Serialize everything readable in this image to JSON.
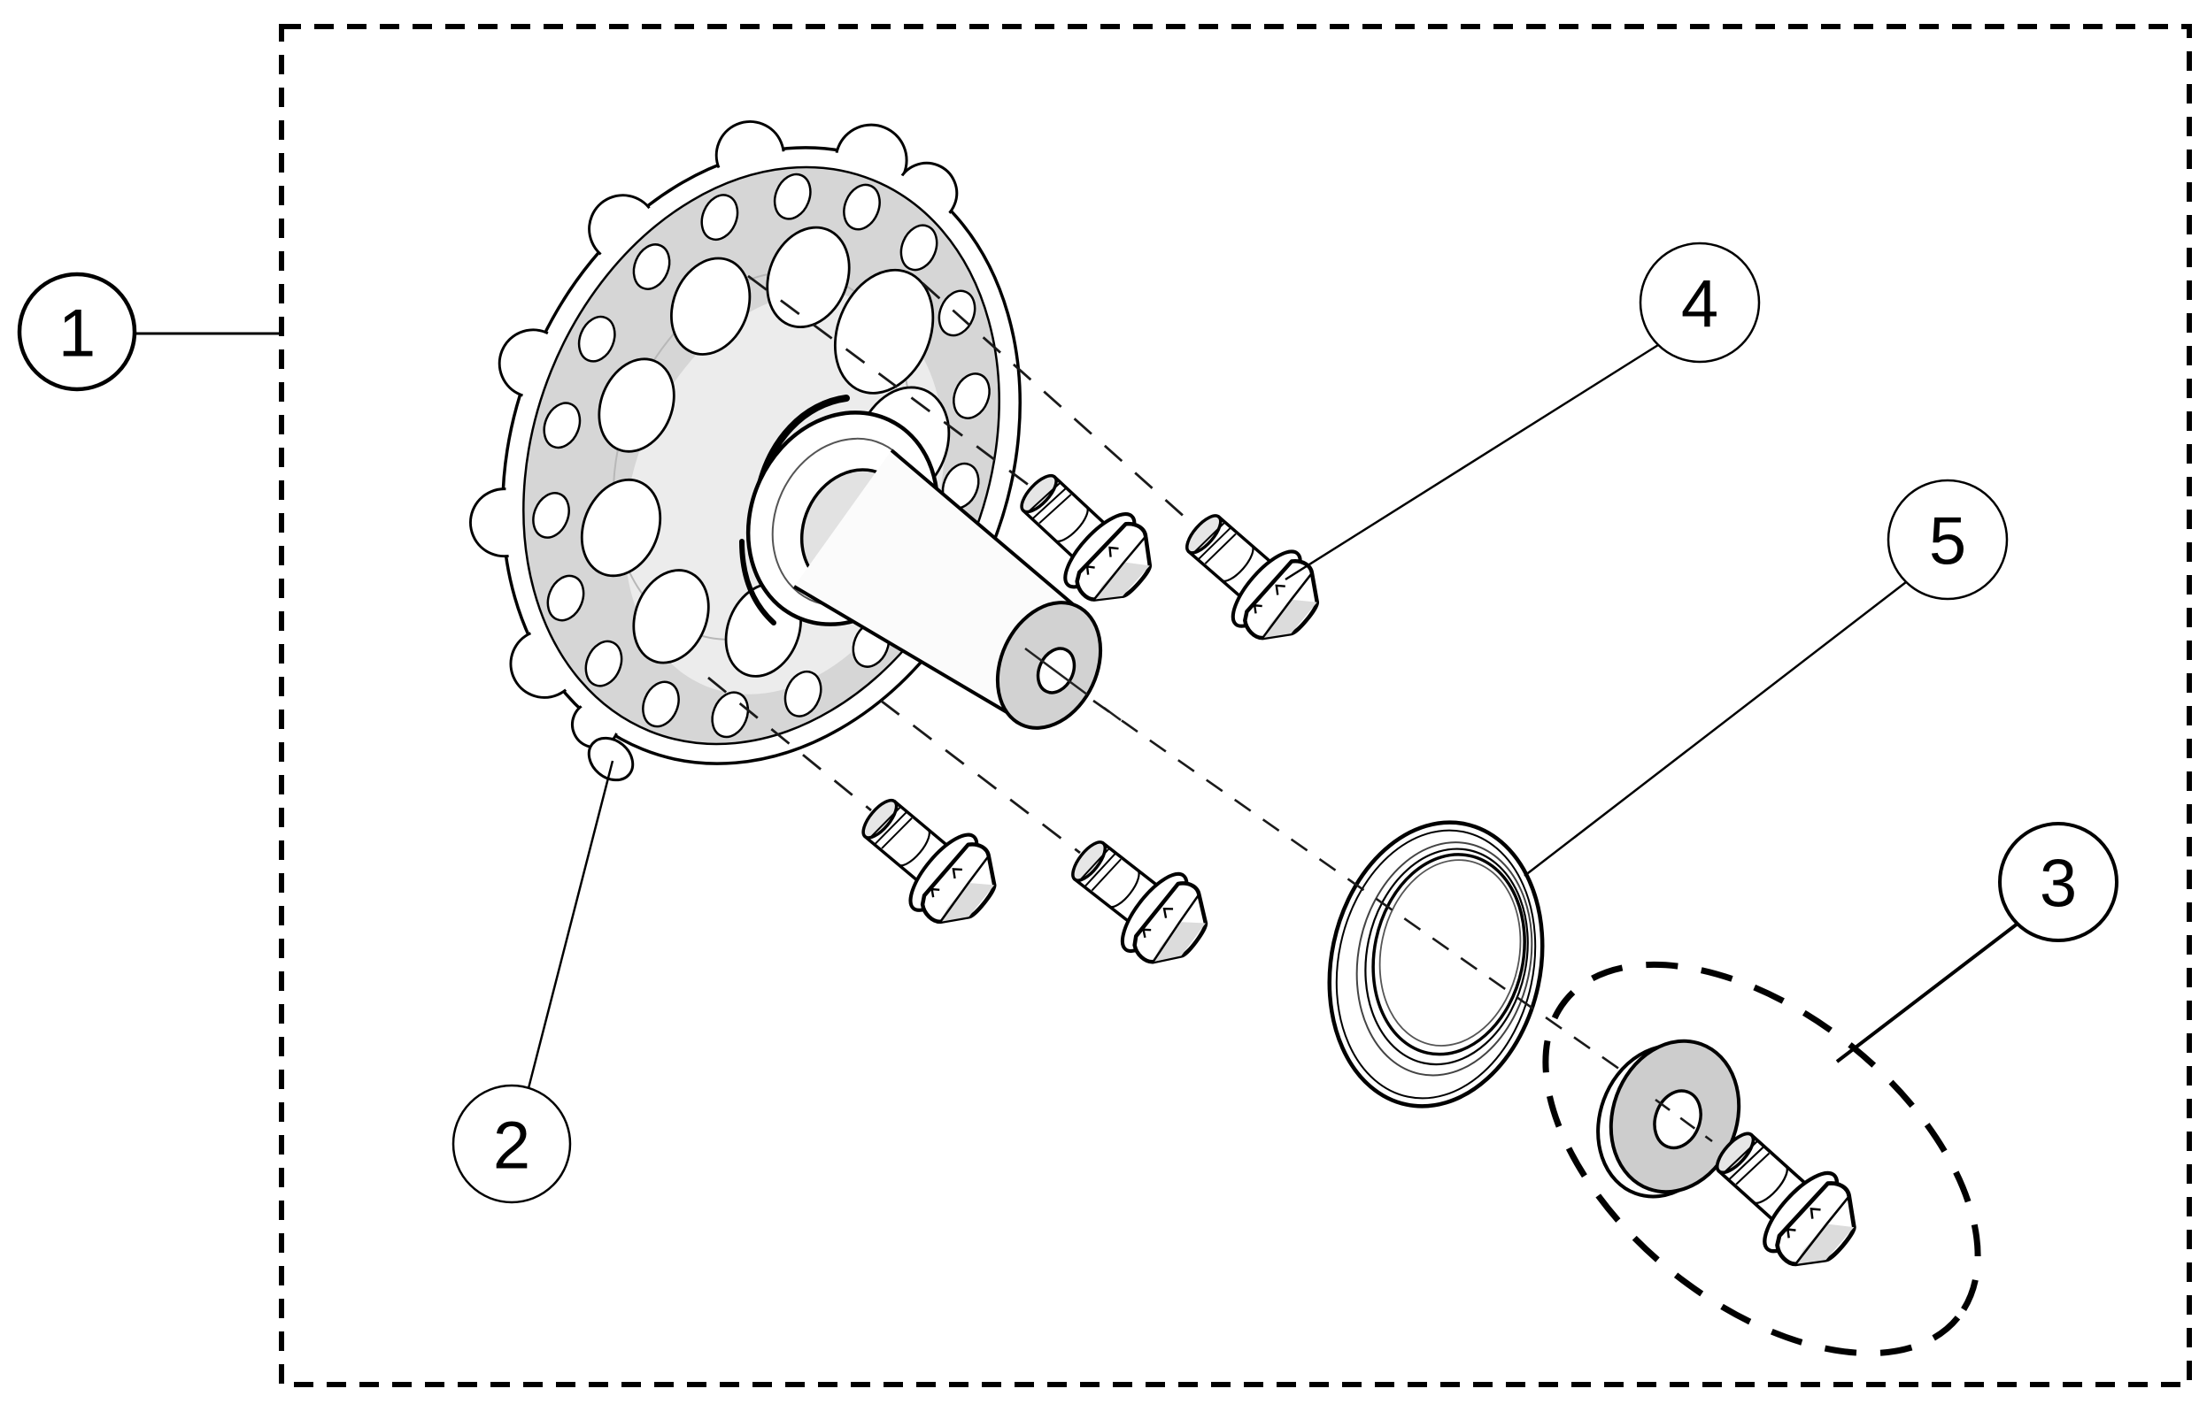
{
  "diagram": {
    "kind": "exploded-parts-diagram",
    "callouts": [
      {
        "label": "1"
      },
      {
        "label": "2"
      },
      {
        "label": "3"
      },
      {
        "label": "4"
      },
      {
        "label": "5"
      }
    ],
    "colors": {
      "line": "#000000",
      "face_gray": "#d6d6d6",
      "light_gray": "#ececec",
      "washer_gray": "#cdcdcd",
      "background": "#ffffff"
    }
  }
}
